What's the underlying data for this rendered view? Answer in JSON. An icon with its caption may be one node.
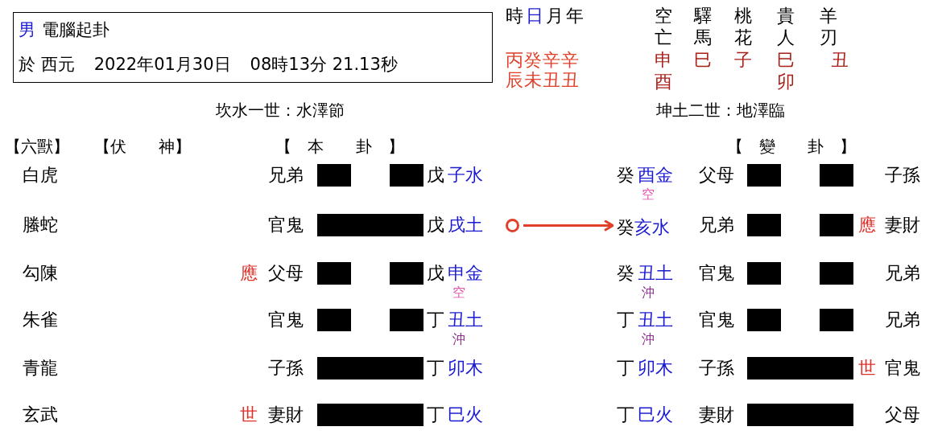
{
  "diagram": {
    "nodes": [
      {
        "text": [
          "男",
          "電腦起卦",
          "於 西元",
          "2022年01月30日",
          "08時13分 21.13秒"
        ]
      },
      {
        "text": [],
        "shape": "circle"
      },
      {
        "text": [
          "癸",
          "亥水"
        ]
      }
    ],
    "edges": [
      {
        "from": 1,
        "to": 2,
        "arrow": "to",
        "color": "#e0402a"
      }
    ],
    "labels": [
      "時",
      "日",
      "月",
      "年",
      "空",
      "驛",
      "桃",
      "貴",
      "羊",
      "亡",
      "馬",
      "花",
      "人",
      "刃",
      "丙癸辛辛",
      "申",
      "巳",
      "子",
      "巳",
      "丑",
      "辰未丑丑",
      "酉",
      "卯",
      "坎水一世：水澤節",
      "坤土二世：地澤臨",
      "【六獸】",
      "【伏　　神】",
      "【　本　　卦　】",
      "【　變　　卦　】",
      "白虎",
      "兄弟",
      "戊",
      "子水",
      "癸",
      "酉金",
      "父母",
      "子孫",
      "空",
      "螣蛇",
      "官鬼",
      "戊",
      "戌土",
      "兄弟",
      "應",
      "妻財",
      "勾陳",
      "應",
      "父母",
      "戊",
      "申金",
      "癸",
      "丑土",
      "官鬼",
      "兄弟",
      "空",
      "沖",
      "朱雀",
      "官鬼",
      "丁",
      "丑土",
      "丁",
      "丑土",
      "官鬼",
      "兄弟",
      "沖",
      "沖",
      "青龍",
      "子孫",
      "丁",
      "卯木",
      "丁",
      "卯木",
      "子孫",
      "世",
      "官鬼",
      "玄武",
      "世",
      "妻財",
      "丁",
      "巳火",
      "丁",
      "巳火",
      "妻財",
      "父母"
    ]
  }
}
